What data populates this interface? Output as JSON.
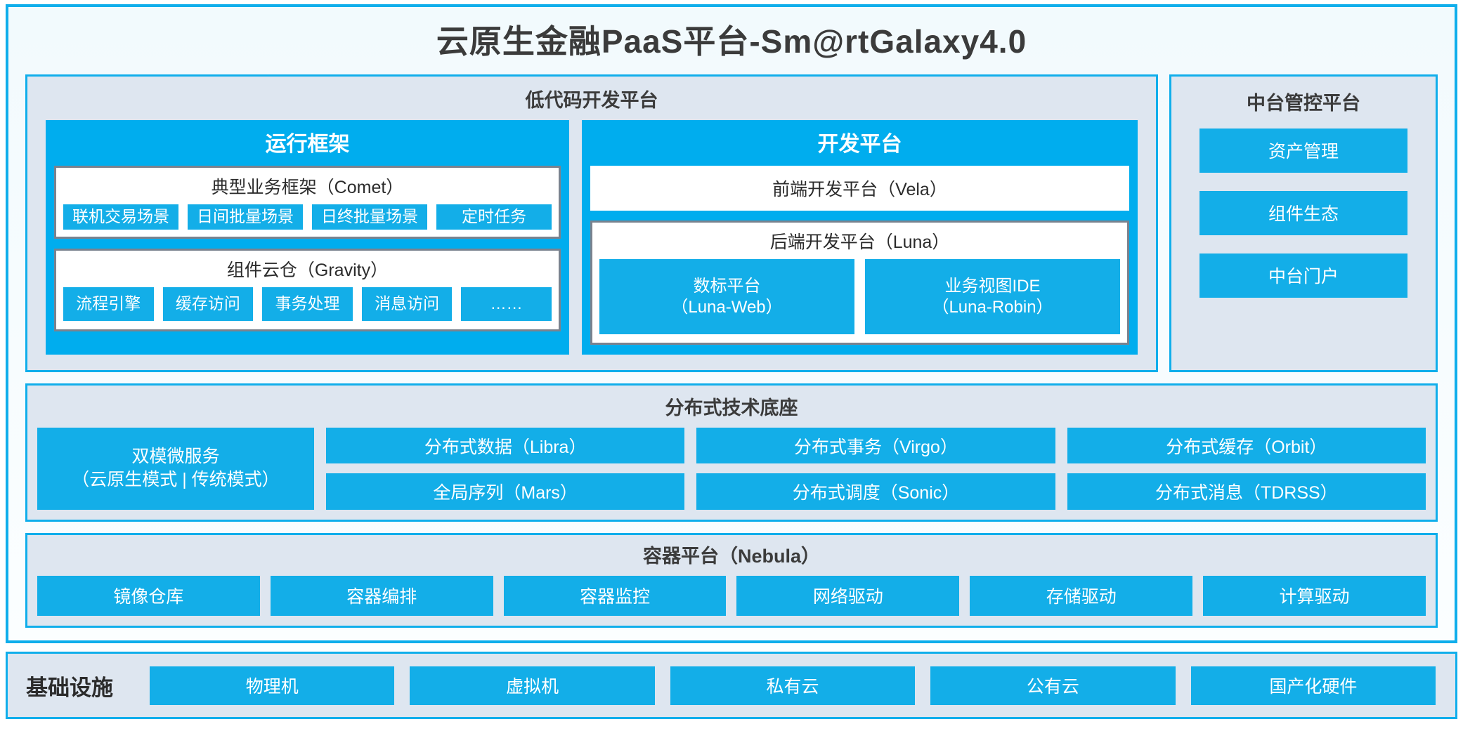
{
  "title": "云原生金融PaaS平台-Sm@rtGalaxy4.0",
  "colors": {
    "accent_blue": "#00ADEE",
    "tile_blue": "#13AEE8",
    "panel_bg": "#DEE6F0",
    "panel_border": "#10AEEB",
    "box_border": "#7A828E",
    "page_bg": "#F4FBFD"
  },
  "lowcode": {
    "title": "低代码开发平台",
    "runtime": {
      "title": "运行框架",
      "comet": {
        "title": "典型业务框架（Comet）",
        "tiles": [
          "联机交易场景",
          "日间批量场景",
          "日终批量场景",
          "定时任务"
        ]
      },
      "gravity": {
        "title": "组件云仓（Gravity）",
        "tiles": [
          "流程引擎",
          "缓存访问",
          "事务处理",
          "消息访问",
          "……"
        ]
      }
    },
    "devplatform": {
      "title": "开发平台",
      "vela": "前端开发平台（Vela）",
      "luna": {
        "title": "后端开发平台（Luna）",
        "tiles": [
          {
            "line1": "数标平台",
            "line2": "（Luna-Web）"
          },
          {
            "line1": "业务视图IDE",
            "line2": "（Luna-Robin）"
          }
        ]
      }
    }
  },
  "midplatform": {
    "title": "中台管控平台",
    "items": [
      "资产管理",
      "组件生态",
      "中台门户"
    ]
  },
  "distributed": {
    "title": "分布式技术底座",
    "wide": {
      "line1": "双模微服务",
      "line2": "（云原生模式 | 传统模式）"
    },
    "columns": [
      [
        "分布式数据（Libra）",
        "全局序列（Mars）"
      ],
      [
        "分布式事务（Virgo）",
        "分布式调度（Sonic）"
      ],
      [
        "分布式缓存（Orbit）",
        "分布式消息（TDRSS）"
      ]
    ]
  },
  "container": {
    "title": "容器平台（Nebula）",
    "items": [
      "镜像仓库",
      "容器编排",
      "容器监控",
      "网络驱动",
      "存储驱动",
      "计算驱动"
    ]
  },
  "infrastructure": {
    "label": "基础设施",
    "items": [
      "物理机",
      "虚拟机",
      "私有云",
      "公有云",
      "国产化硬件"
    ]
  }
}
